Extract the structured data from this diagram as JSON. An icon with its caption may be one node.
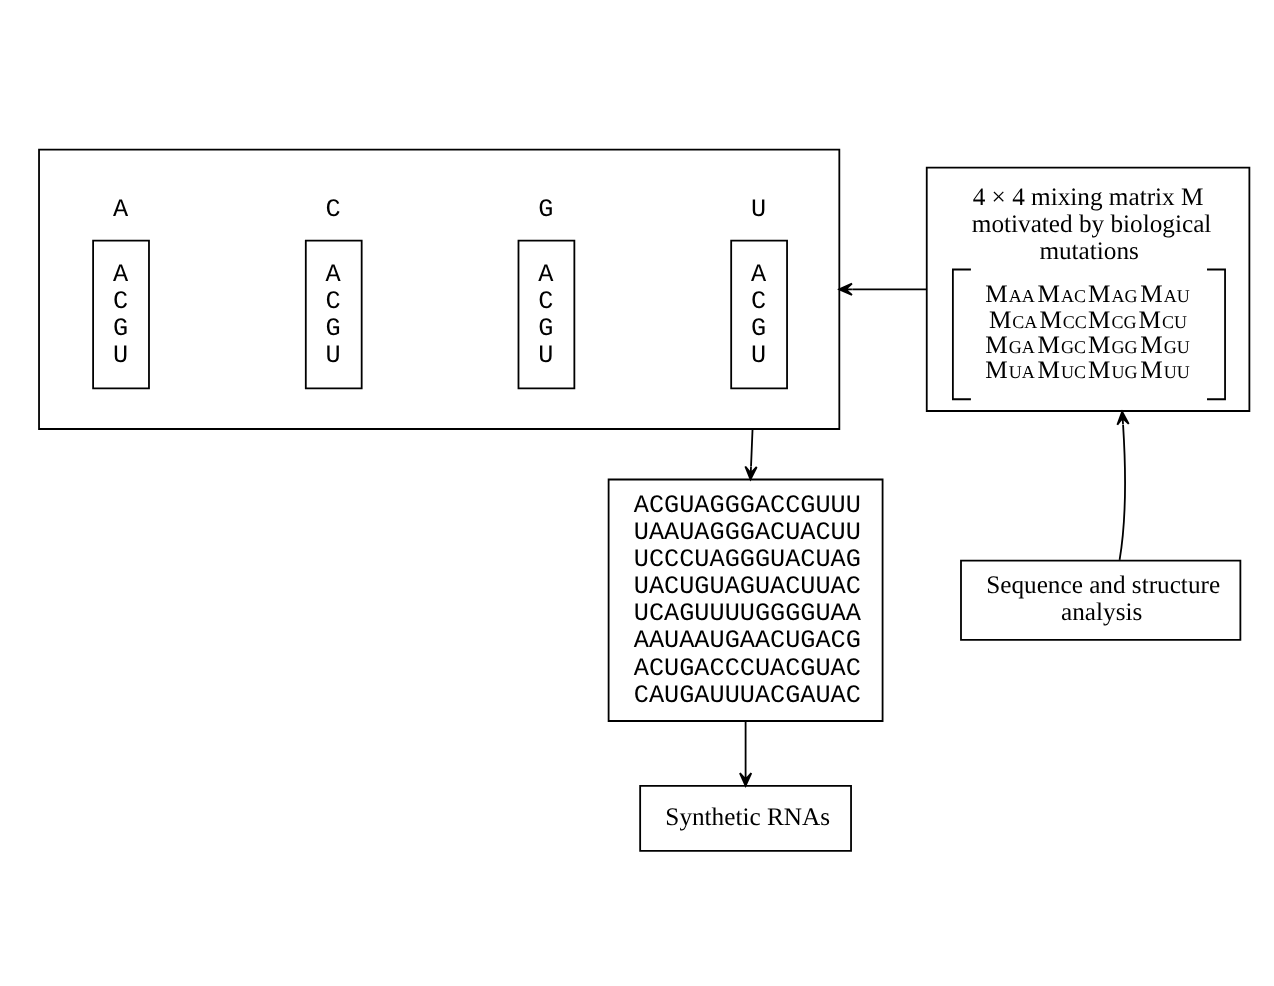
{
  "diagram": {
    "nodes": [
      {
        "text": [],
        "shape": "box"
      },
      {
        "text": [
          "A",
          "A C G U"
        ],
        "in": 0
      },
      {
        "text": [
          "C",
          "A C G U"
        ],
        "in": 0
      },
      {
        "text": [
          "G",
          "A C G U"
        ],
        "in": 0
      },
      {
        "text": [
          "U",
          "A C G U"
        ],
        "in": 0
      },
      {
        "text": [
          "4 × 4 mixing matrix M motivated by biological mutations",
          "M$_{AA}$M$_{AC}$M$_{AG}$M$_{AU}$",
          "M$_{CA}$M$_{CC}$M$_{CG}$M$_{CU}$",
          "M$_{GA}$M$_{GC}$M$_{GG}$M$_{GU}$",
          "M$_{UA}$M$_{UC}$M$_{UG}$M$_{UU}$"
        ]
      },
      {
        "text": [
          "ACGUAGGGACCGUUU",
          "UAAUAGGGACUACUU",
          "UCCCUAGGGUACUAG",
          "UACUGUAGUACUUAC",
          "UCAGUUUUGGGGUAA",
          "AAUAAUGAACUGACG",
          "ACUGACCCUACGUAC",
          "CAUGAUUUACGAUAC"
        ]
      },
      {
        "text": [
          "Synthetic RNAs"
        ]
      },
      {
        "text": [
          "Sequence and structure analysis"
        ]
      }
    ],
    "edges": [
      {
        "from": 8,
        "to": 5,
        "arrow": "to"
      },
      {
        "from": 5,
        "to": 0,
        "arrow": "to"
      },
      {
        "from": 0,
        "to": 6,
        "arrow": "to"
      },
      {
        "from": 6,
        "to": 7,
        "arrow": "to"
      }
    ]
  }
}
